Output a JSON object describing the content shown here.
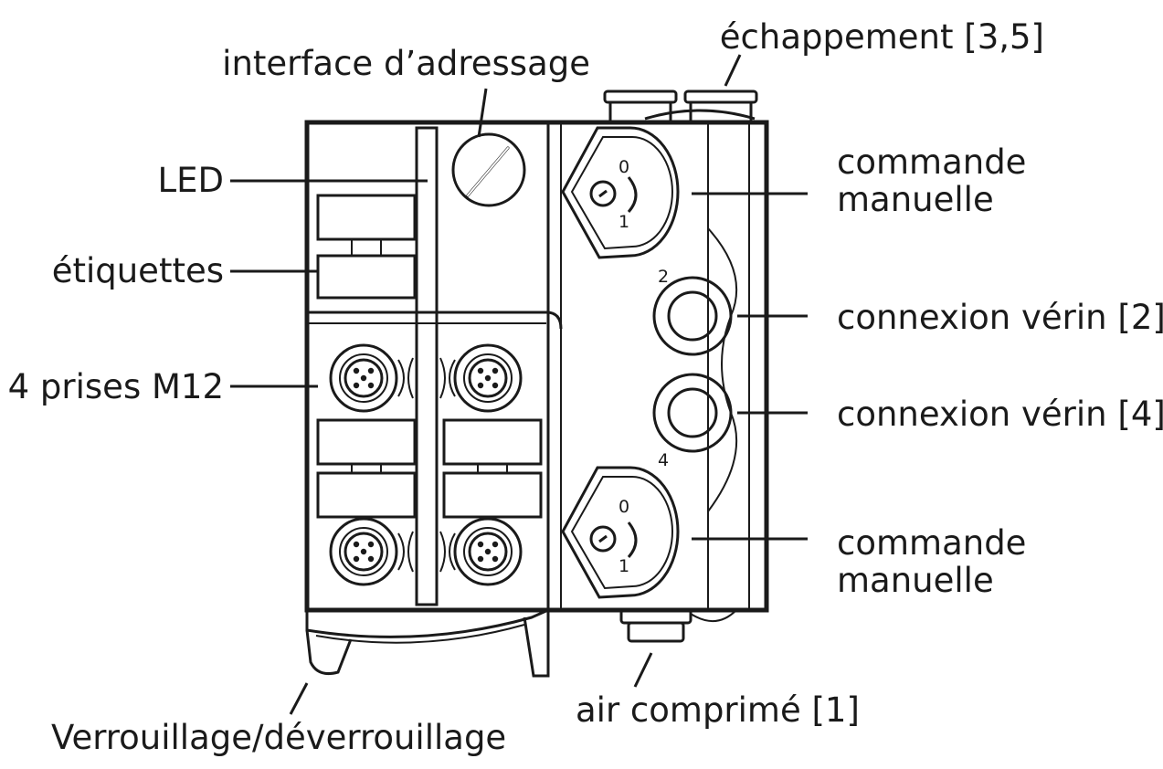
{
  "labels": {
    "exhaust": "échappement [3,5]",
    "addressing_interface": "interface d’adressage",
    "led": "LED",
    "tags": "étiquettes",
    "m12_sockets": "4 prises M12",
    "manual_override_top_line1": "commande",
    "manual_override_top_line2": "manuelle",
    "cylinder_port_2": "connexion vérin [2]",
    "cylinder_port_4": "connexion vérin [4]",
    "manual_override_bottom_line1": "commande",
    "manual_override_bottom_line2": "manuelle",
    "compressed_air": "air comprimé [1]",
    "lock_unlock": "Verrouillage/déverrouillage"
  },
  "markings": {
    "port_2": "2",
    "port_4": "4",
    "override_top_pos0": "0",
    "override_top_pos1": "1",
    "override_bottom_pos0": "0",
    "override_bottom_pos1": "1"
  }
}
